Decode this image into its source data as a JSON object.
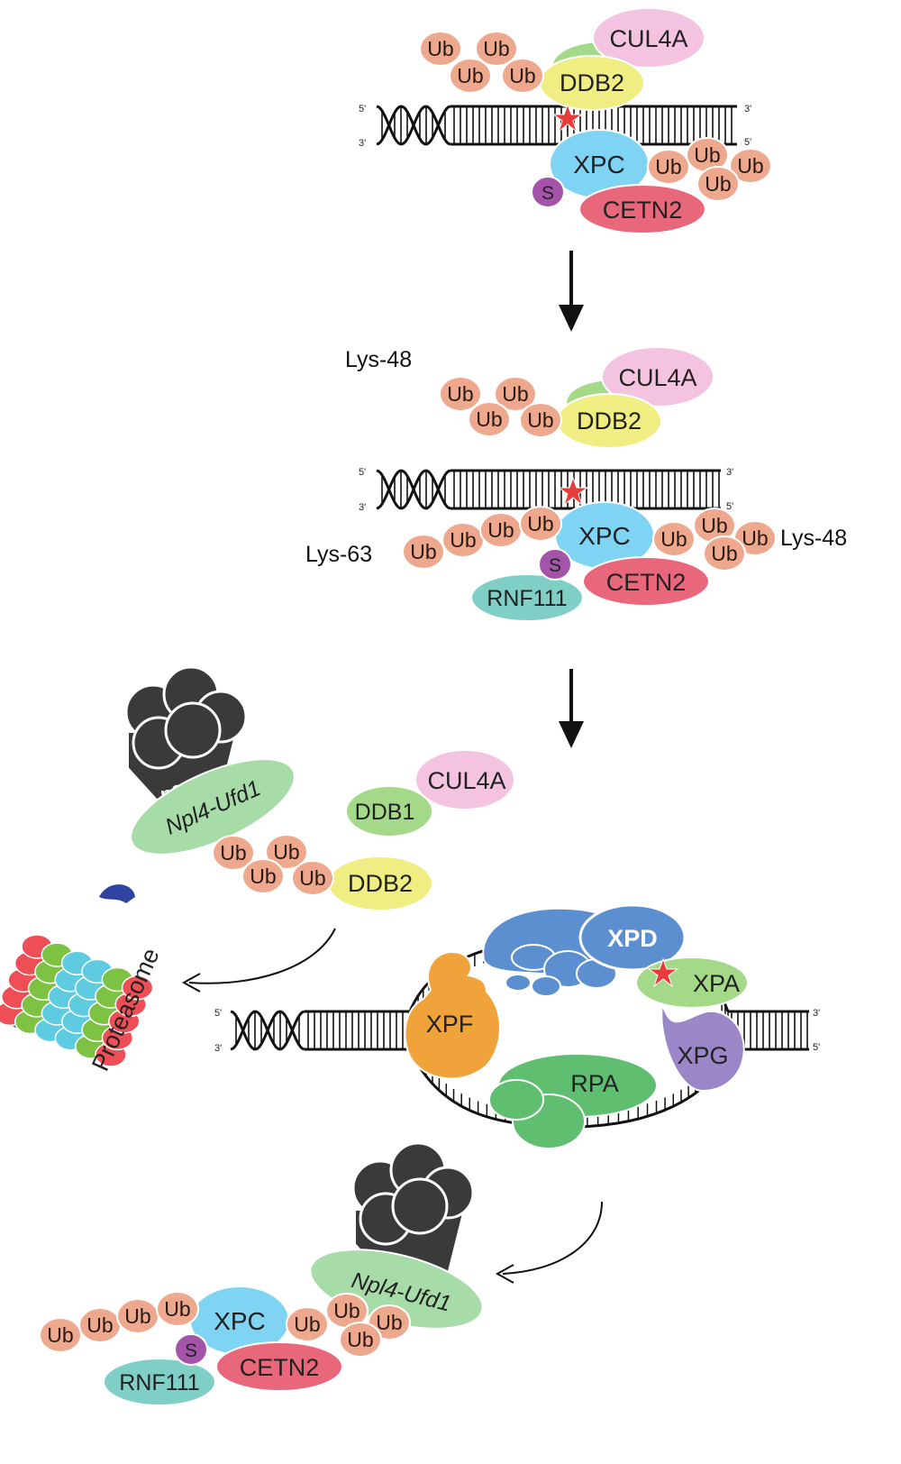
{
  "labels": {
    "ub": "Ub",
    "cul4a": "CUL4A",
    "ddb2": "DDB2",
    "ddb1": "DDB1",
    "xpc": "XPC",
    "cetn2": "CETN2",
    "s": "S",
    "rnf111": "RNF111",
    "p97": "p97",
    "npl4": "Npl4-Ufd1",
    "proteasome": "Proteasome",
    "xpd": "XPD",
    "xpa": "XPA",
    "xpf": "XPF",
    "xpg": "XPG",
    "rpa": "RPA",
    "lys48": "Lys-48",
    "lys63": "Lys-63",
    "five_prime": "5'",
    "three_prime": "3'"
  },
  "colors": {
    "ub": "#eda88d",
    "cul4a": "#f3c3df",
    "ddb2": "#f0ee83",
    "ddb_green": "#a5d98a",
    "xpc": "#7fd4f4",
    "cetn2": "#e8677a",
    "s": "#a454a8",
    "rnf111": "#7fcfc7",
    "npl4": "#a7dca9",
    "p97": "#3a3a3a",
    "xpd": "#5b8fcf",
    "xpa": "#a5d98a",
    "xpf": "#f0a33a",
    "xpg": "#9b87c7",
    "rpa": "#5fbe6f",
    "lesion": "#e73c3c"
  }
}
